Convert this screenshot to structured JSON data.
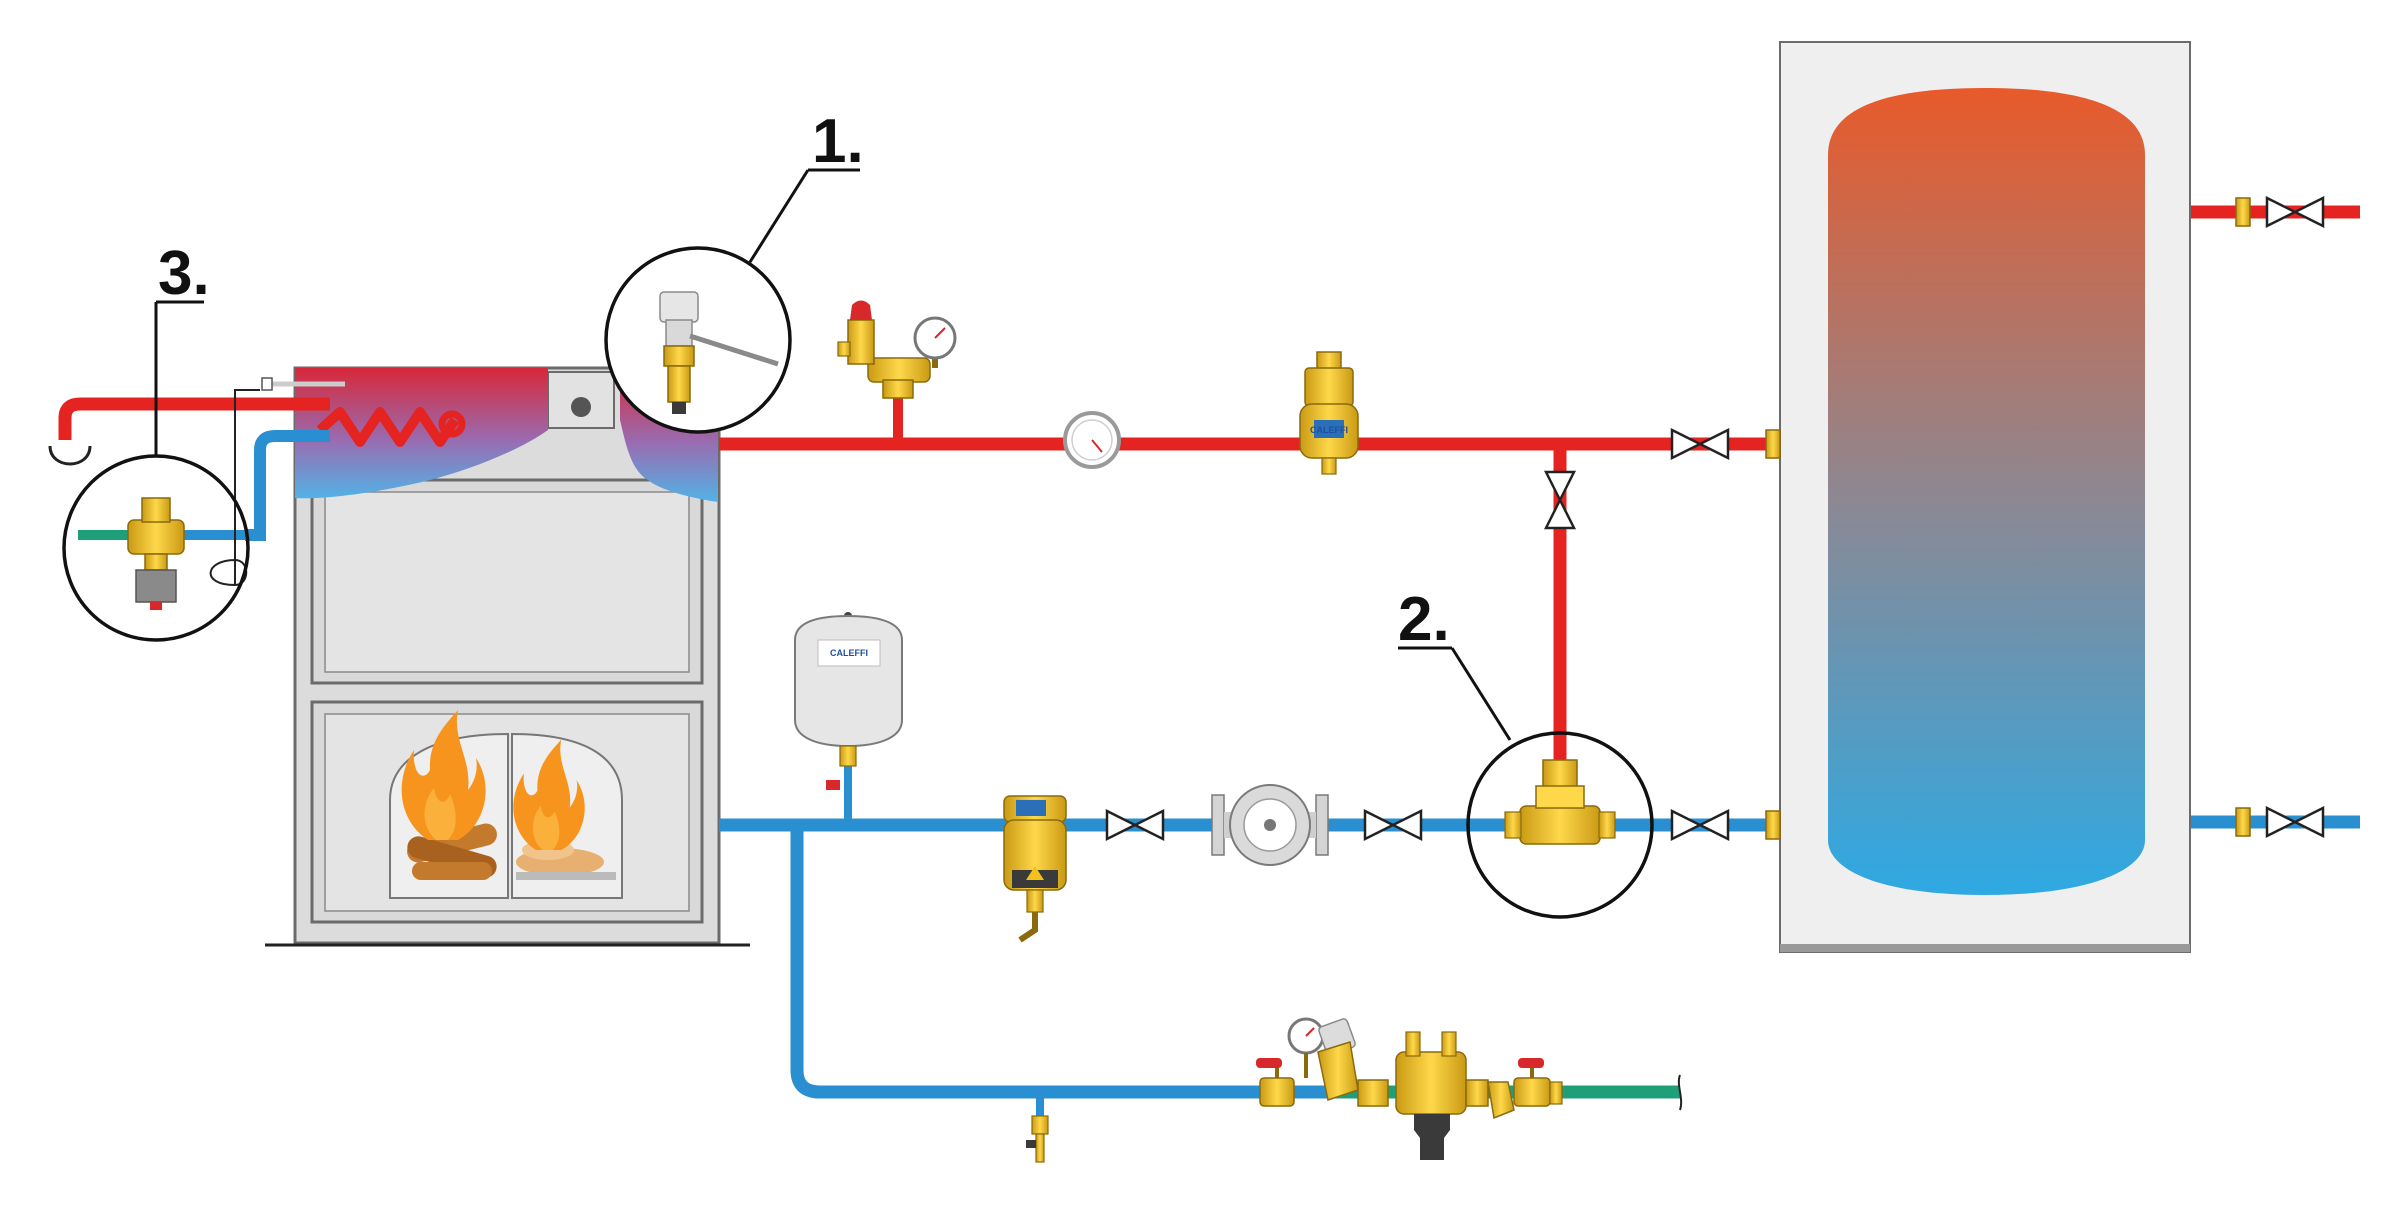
{
  "diagram": {
    "callouts": [
      {
        "label": "1."
      },
      {
        "label": "2."
      },
      {
        "label": "3."
      }
    ],
    "device_labels": {
      "brand": "CALEFFI"
    }
  },
  "colors": {
    "hot_pipe": "#e52321",
    "cold_pipe": "#2a8fd0",
    "mains_pipe": "#1f9e7a",
    "brass": "#f2c21a",
    "brass_dark": "#b48a12",
    "boiler_body": "#dcdcdc",
    "boiler_outline": "#6b6b6b",
    "flame": "#f7941d",
    "tank_top": "#e85a2a",
    "tank_bottom": "#2ea9e3",
    "valve_handle": "#d7282b"
  },
  "icons": [
    "gate-valve-icon",
    "pressure-gauge-icon",
    "thermometer-icon",
    "circulation-pump-icon",
    "expansion-vessel-icon",
    "air-separator-icon",
    "dirt-separator-icon",
    "three-way-valve-icon",
    "thermal-discharge-valve-icon",
    "safety-valve-icon",
    "pressure-reducer-icon",
    "ball-valve-icon",
    "drain-valve-icon",
    "heat-exchanger-coil-icon",
    "flame-icon"
  ]
}
